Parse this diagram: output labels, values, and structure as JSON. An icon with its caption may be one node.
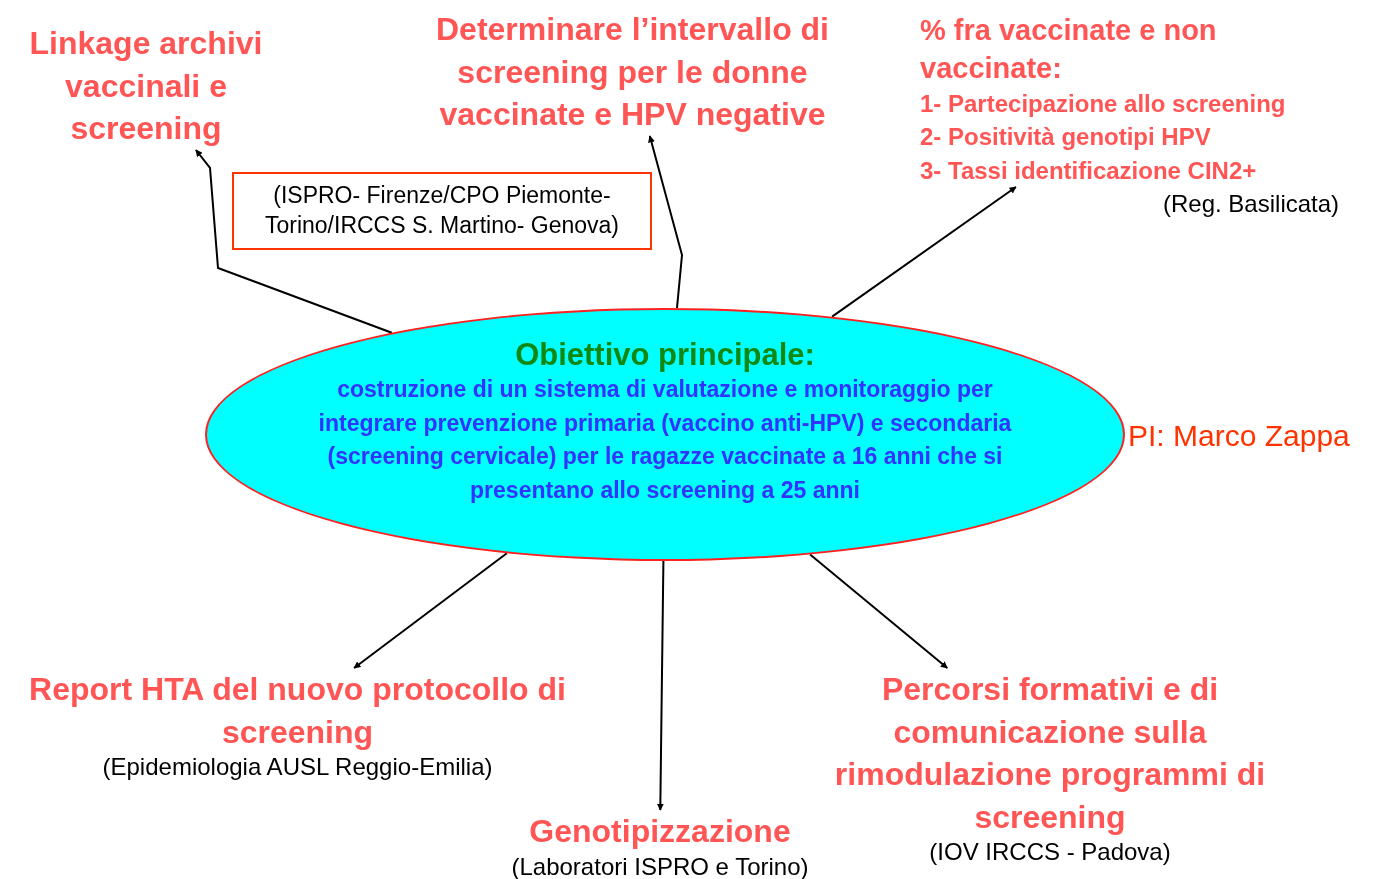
{
  "diagram": {
    "nodes": [
      {
        "text": [
          "Obiettivo principale:",
          "costruzione di un sistema di valutazione e monitoraggio per integrare prevenzione primaria (vaccino anti-HPV) e secondaria (screening cervicale) per le ragazze vaccinate a 16 anni che si presentano allo screening a 25 anni"
        ],
        "beside": [
          "PI: Marco Zappa"
        ]
      },
      {
        "text": [
          "Linkage archivi vaccinali e screening"
        ]
      },
      {
        "text": [
          "Determinare l’intervallo di screening per le donne vaccinate e HPV negative"
        ]
      },
      {
        "text": [
          "% fra vaccinate e non vaccinate:",
          "1- Partecipazione allo screening",
          "2- Positività genotipi HPV",
          "3- Tassi identificazione CIN2+"
        ],
        "beside": [
          "(Reg. Basilicata)"
        ]
      },
      {
        "text": [
          "Report HTA del nuovo protocollo di screening"
        ],
        "beside": [
          "(Epidemiologia AUSL Reggio-Emilia)"
        ]
      },
      {
        "text": [
          "Genotipizzazione"
        ],
        "beside": [
          "(Laboratori ISPRO e Torino)"
        ]
      },
      {
        "text": [
          "Percorsi formativi e di comunicazione sulla rimodulazione programmi di screening"
        ],
        "beside": [
          "(IOV IRCCS - Padova)"
        ]
      },
      {
        "text": [
          "(ISPRO- Firenze/CPO Piemonte-Torino/IRCCS S. Martino- Genova)"
        ]
      }
    ],
    "edges": [
      {
        "from": 0,
        "to": 1,
        "arrow": "to"
      },
      {
        "from": 0,
        "to": 2,
        "arrow": "to"
      },
      {
        "from": 0,
        "to": 3,
        "arrow": "to"
      },
      {
        "from": 0,
        "to": 4,
        "arrow": "to"
      },
      {
        "from": 0,
        "to": 5,
        "arrow": "to"
      },
      {
        "from": 0,
        "to": 6,
        "arrow": "to"
      }
    ]
  }
}
